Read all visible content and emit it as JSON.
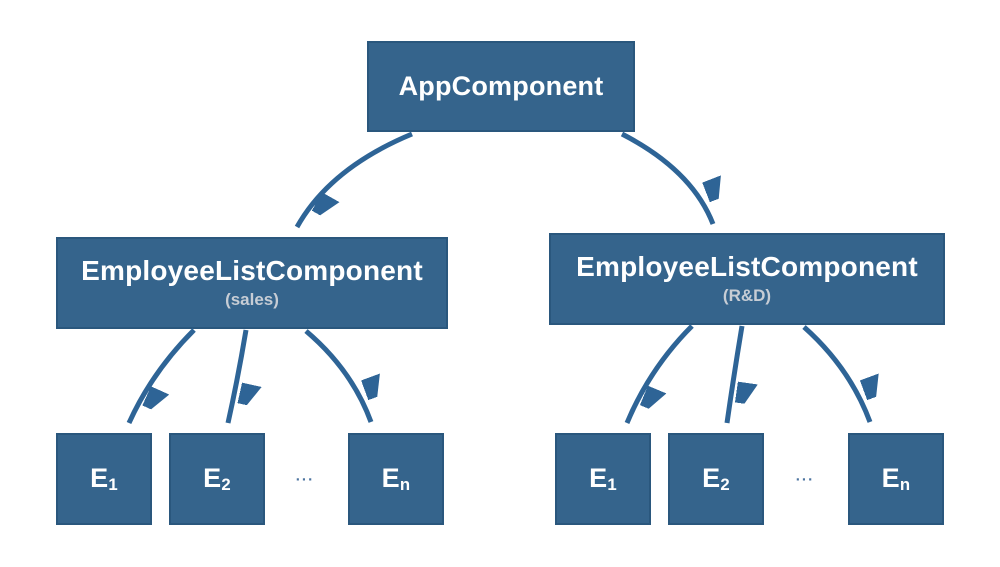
{
  "root": {
    "label": "AppComponent"
  },
  "groups": [
    {
      "label": "EmployeeListComponent",
      "sublabel": "(sales)",
      "ellipsis": "...",
      "leaves": [
        {
          "base": "E",
          "sub": "1"
        },
        {
          "base": "E",
          "sub": "2"
        },
        {
          "base": "E",
          "sub": "n"
        }
      ]
    },
    {
      "label": "EmployeeListComponent",
      "sublabel": "(R&D)",
      "ellipsis": "...",
      "leaves": [
        {
          "base": "E",
          "sub": "1"
        },
        {
          "base": "E",
          "sub": "2"
        },
        {
          "base": "E",
          "sub": "n"
        }
      ]
    }
  ],
  "colors": {
    "background": "#ffffff",
    "box_fill": "#35648c",
    "box_border": "#2a577d",
    "arrow": "#2e6496",
    "title_text": "#ffffff",
    "subtitle_text": "#c7cdd5",
    "dots": "#4d74a0"
  }
}
